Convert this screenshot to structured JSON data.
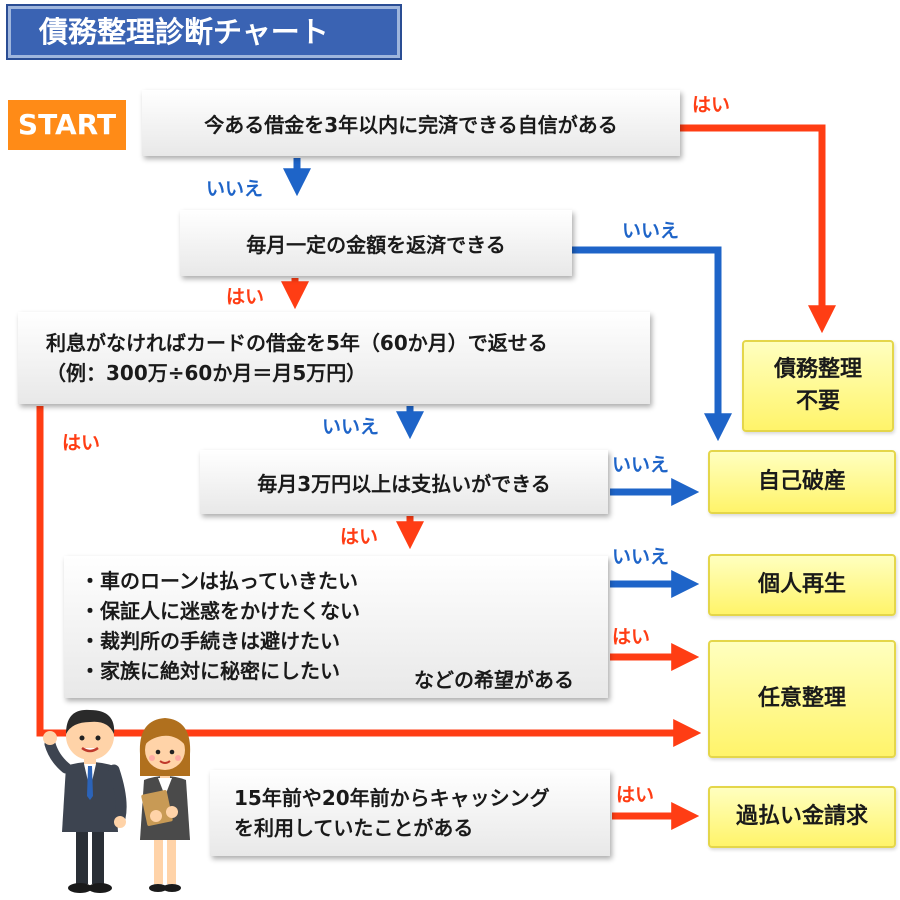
{
  "title": "債務整理診断チャート",
  "start_label": "START",
  "questions": {
    "q1": "今ある借金を3年以内に完済できる自信がある",
    "q2": "毎月一定の金額を返済できる",
    "q3_line1": "利息がなければカードの借金を5年（60か月）で返せる",
    "q3_line2": "（例：300万÷60か月＝月5万円）",
    "q4": "毎月3万円以上は支払いができる",
    "q5_items": [
      "・車のローンは払っていきたい",
      "・保証人に迷惑をかけたくない",
      "・裁判所の手続きは避けたい",
      "・家族に絶対に秘密にしたい"
    ],
    "q5_suffix": "などの希望がある",
    "q6_line1": "15年前や20年前からキャッシング",
    "q6_line2": "を利用していたことがある"
  },
  "results": {
    "fuyou_line1": "債務整理",
    "fuyou_line2": "不要",
    "hasan": "自己破産",
    "saisei": "個人再生",
    "nini": "任意整理",
    "kabarai": "過払い金請求"
  },
  "labels": {
    "yes": "はい",
    "no": "いいえ"
  },
  "colors": {
    "yes_arrow": "#ff3d14",
    "no_arrow": "#1e64c8",
    "title_bg": "#3a63b3",
    "start_bg": "#ff8b17",
    "result_bg": "#fff46a"
  }
}
